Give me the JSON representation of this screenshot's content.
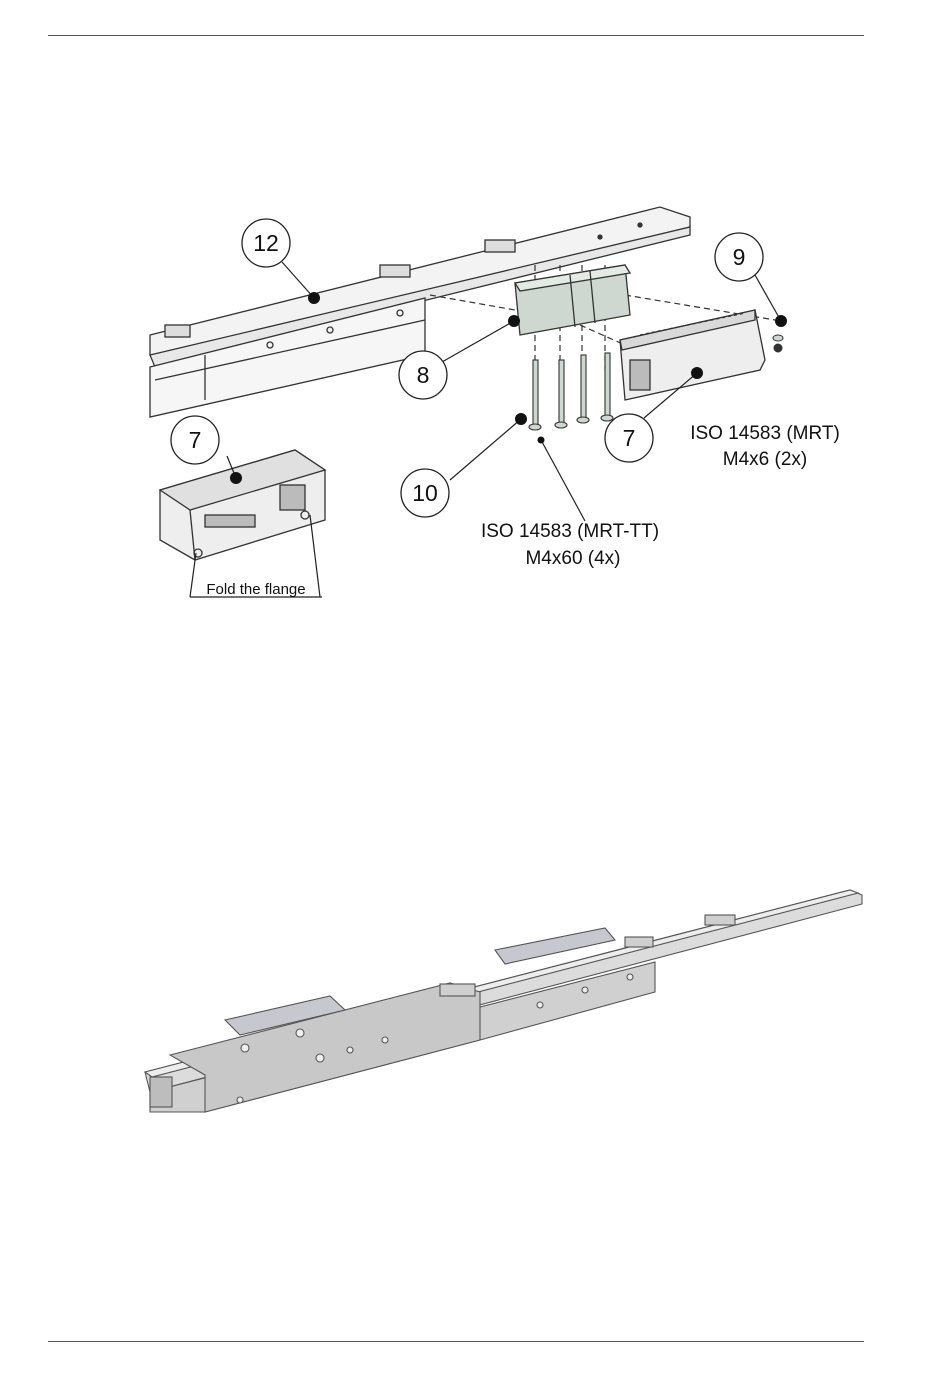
{
  "figure1": {
    "callouts": {
      "c12": "12",
      "c8": "8",
      "c9": "9",
      "c7_right": "7",
      "c7_left": "7",
      "c10": "10"
    },
    "notes": {
      "mrt_line1": "ISO 14583 (MRT)",
      "mrt_line2": "M4x6 (2x)",
      "mrttt_line1": "ISO 14583 (MRT-TT)",
      "mrttt_line2": "M4x60 (4x)",
      "fold": "Fold the flange"
    }
  }
}
